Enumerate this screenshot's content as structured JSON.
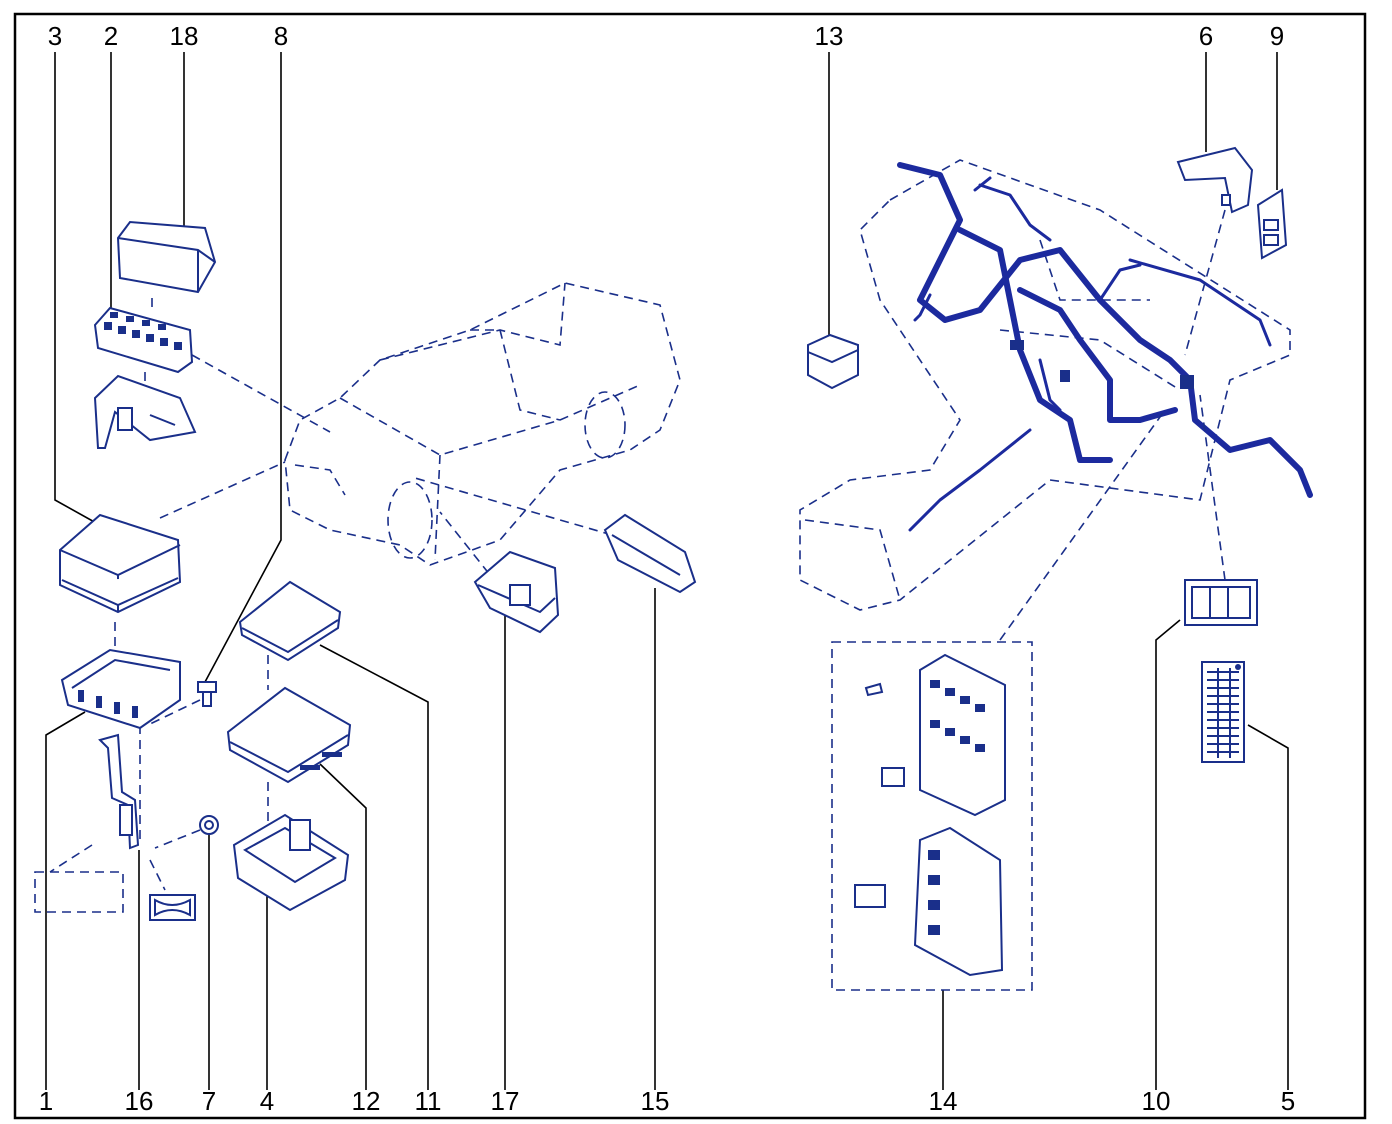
{
  "colors": {
    "line": "#1a2f8a",
    "harness": "#1c2a9e",
    "callout": "#000000",
    "frame": "#000000",
    "background": "#ffffff"
  },
  "callouts_top": {
    "n3": "3",
    "n2": "2",
    "n18": "18",
    "n8": "8",
    "n13": "13",
    "n6": "6",
    "n9": "9"
  },
  "callouts_bottom": {
    "n1": "1",
    "n16": "16",
    "n7": "7",
    "n4": "4",
    "n12": "12",
    "n11": "11",
    "n17": "17",
    "n15": "15",
    "n14": "14",
    "n10": "10",
    "n5": "5"
  }
}
